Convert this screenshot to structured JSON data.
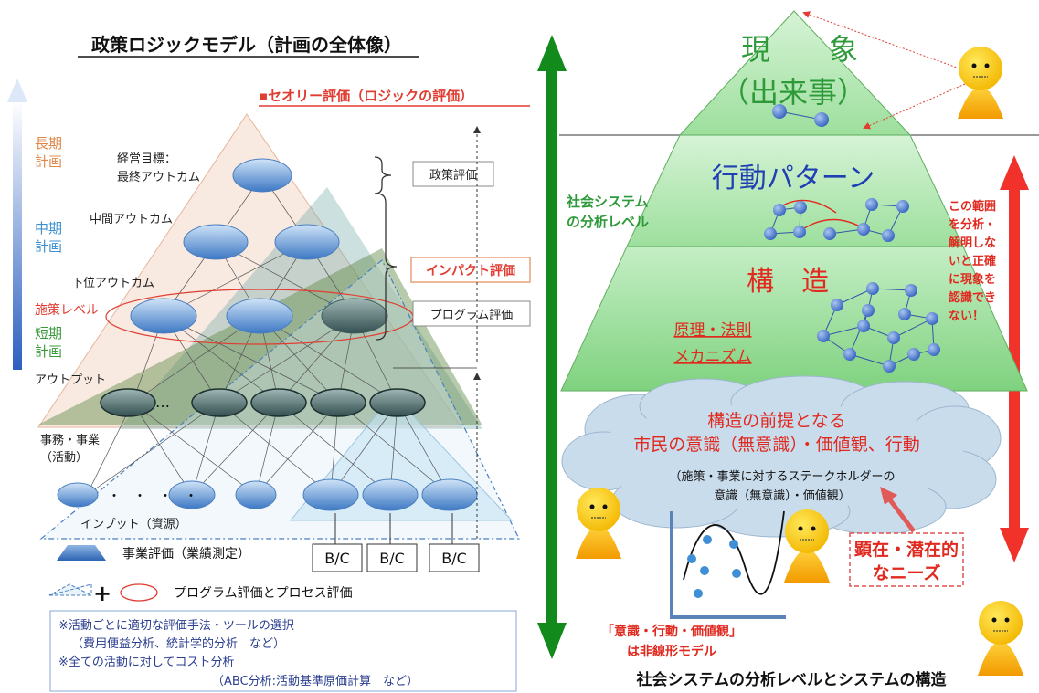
{
  "left": {
    "title": "政策ロジックモデル（計画の全体像）",
    "theory_eval": "▪セオリー評価（ロジックの評価）",
    "long_term": [
      "長期",
      "計画"
    ],
    "mid_term": [
      "中期",
      "計画"
    ],
    "policy_level": "施策レベル",
    "short_term": [
      "短期",
      "計画"
    ],
    "final_outcome": [
      "経営目標：",
      "最終アウトカム"
    ],
    "mid_outcome": "中間アウトカム",
    "lower_outcome": "下位アウトカム",
    "output": "アウトプット",
    "activities": [
      "事務・事業",
      "（活動）"
    ],
    "input": "インプット（資源）",
    "policy_eval": "政策評価",
    "impact_eval": "インパクト評価",
    "program_eval": "プログラム評価",
    "ellipsis_small": "…",
    "dots": "・　・　・　・",
    "bc_labels": [
      "B/C",
      "B/C",
      "B/C"
    ],
    "legend_business": "事業評価（業績測定）",
    "legend_plus": "+",
    "legend_program": "プログラム評価とプロセス評価",
    "note_lines": [
      "※活動ごとに適切な評価手法・ツールの選択",
      "（費用便益分析、統計学的分析　など）",
      "※全ての活動に対してコスト分析",
      "（ABC分析:活動基準原価計算　など）"
    ],
    "colors": {
      "title_red": "#e03c31",
      "long_orange": "#e0884a",
      "mid_blue": "#3d8fd0",
      "policy_red": "#e03c31",
      "short_green": "#3a9a3a"
    }
  },
  "right": {
    "phenomenon": "現　　象",
    "event": "（出来事）",
    "behavior": "行動パターン",
    "structure": "構　造",
    "principle": "原理・法則",
    "mechanism": "メカニズム",
    "social_level": [
      "社会システム",
      "の分析レベル"
    ],
    "side_note": [
      "この範囲",
      "を分析・",
      "解明しな",
      "いと正確",
      "に現象を",
      "認識でき",
      "ない！"
    ],
    "cloud_title": [
      "構造の前提となる",
      "市民の意識（無意識）・価値観、行動"
    ],
    "cloud_sub": [
      "（施策・事業に対するステークホルダーの",
      "意識（無意識）・価値観）"
    ],
    "needs": [
      "顕在・潜在的",
      "なニーズ"
    ],
    "nonlinear": [
      "「意識・行動・価値観」",
      "は非線形モデル"
    ],
    "caption": "社会システムの分析レベルとシステムの構造",
    "colors": {
      "green": "#2f9a3a",
      "blue": "#1f3fb3",
      "red": "#e02a20",
      "arrow_green": "#138a1c",
      "arrow_red": "#f0322a"
    },
    "icons": [
      "smiley-person-icon",
      "smiley-person-icon",
      "smiley-person-icon",
      "smiley-person-icon"
    ]
  }
}
